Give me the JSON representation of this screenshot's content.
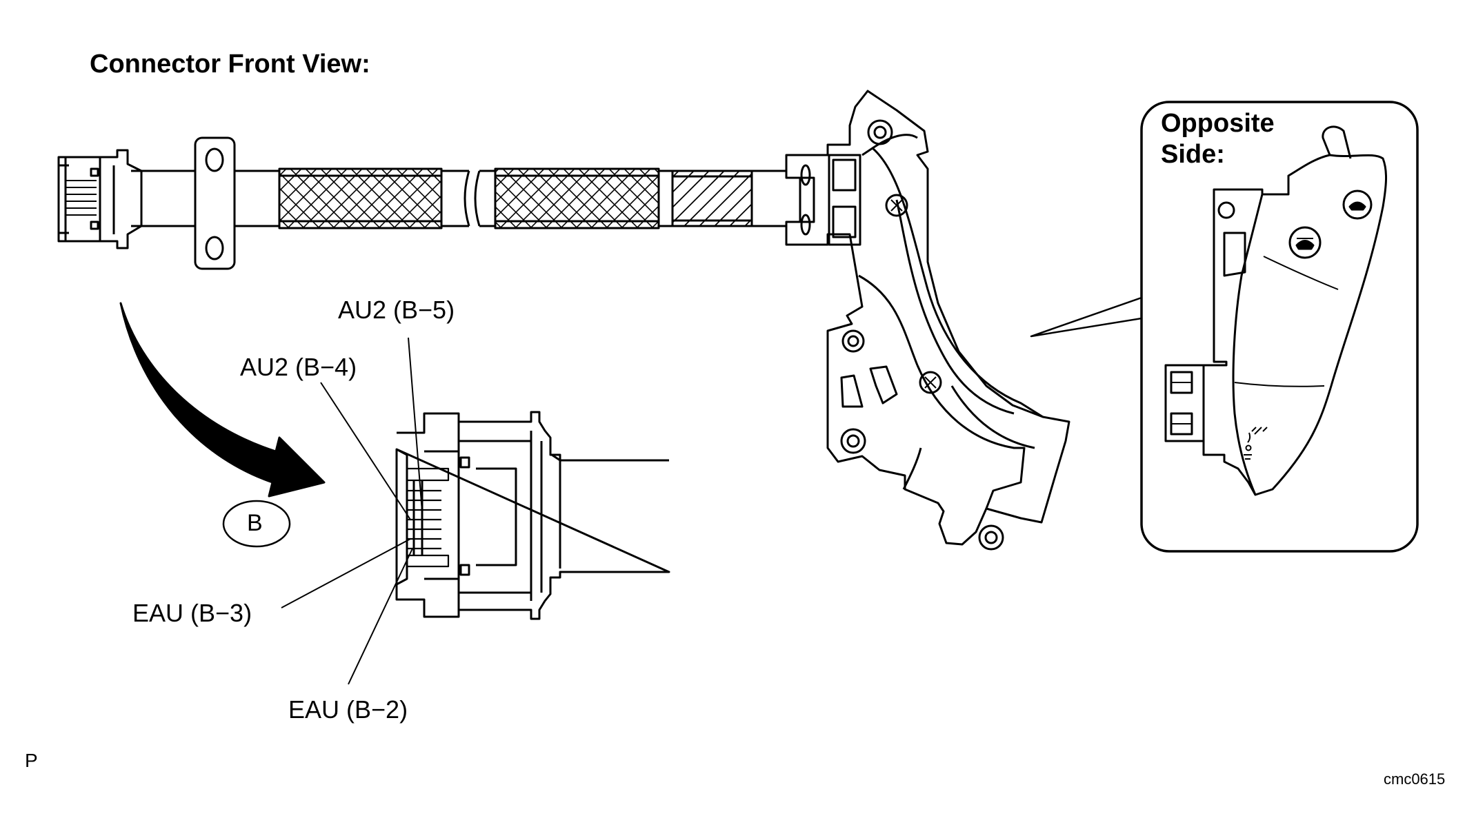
{
  "title": "Connector Front View:",
  "connector_label": "B",
  "pin_labels": {
    "b5": "AU2 (B−5)",
    "b4": "AU2 (B−4)",
    "b3": "EAU (B−3)",
    "b2": "EAU (B−2)"
  },
  "opposite_side": {
    "line1": "Opposite",
    "line2": "Side:"
  },
  "corner_mark": "P",
  "figure_code": "cmc0615"
}
